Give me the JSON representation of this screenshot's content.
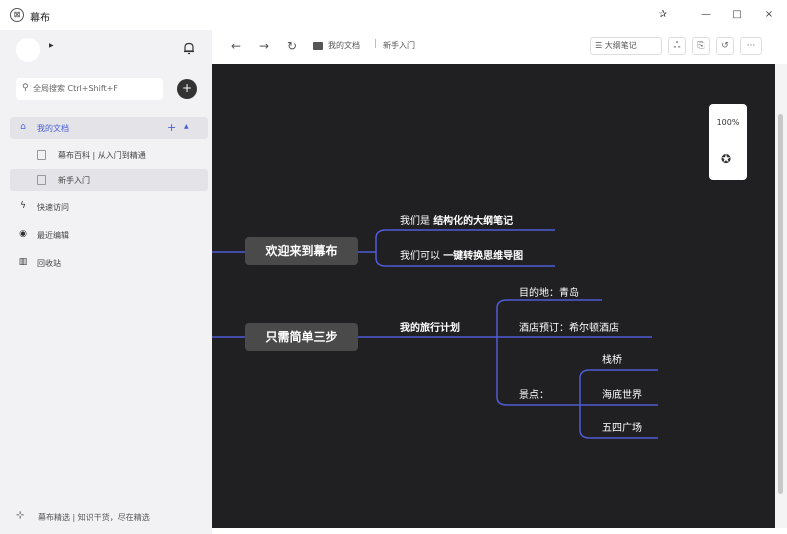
{
  "app": {
    "logo_glyph": "⊠",
    "title": "幕布",
    "window_controls": {
      "pin": "✰",
      "minimize": "—",
      "maximize": "□",
      "close": "×"
    }
  },
  "sidebar": {
    "search": {
      "placeholder": "全局搜索 Ctrl+Shift+F"
    },
    "add_label": "+",
    "nav": {
      "my_docs": "我的文档",
      "docs": [
        "幕布百科 | 从入门到精通",
        "新手入门"
      ],
      "quick_access": "快速访问",
      "recent": "最近编辑",
      "trash": "回收站"
    },
    "footer": "幕布精选 | 知识干货，尽在精选"
  },
  "toolbar": {
    "breadcrumb": {
      "folder": "我的文档",
      "separator": "|",
      "current": "新手入门"
    },
    "outline_button": "☰ 大纲笔记",
    "more": "···"
  },
  "canvas": {
    "zoom": "100%",
    "nodes": {
      "welcome": "欢迎来到幕布",
      "three_steps": "只需简单三步",
      "line1_prefix": "我们是",
      "line1_bold": "结构化的大纲笔记",
      "line2_prefix": "我们可以",
      "line2_bold": "一键转换思维导图",
      "travel_plan": "我的旅行计划",
      "destination": "目的地：青岛",
      "hotel": "酒店预订：希尔顿酒店",
      "sights": "景点：",
      "sight1": "栈桥",
      "sight2": "海底世界",
      "sight3": "五四广场"
    }
  },
  "colors": {
    "accent": "#4c5fd5",
    "canvas_bg": "#202022",
    "node_bg": "#4a4a4a",
    "edge": "#4f5bd5"
  }
}
